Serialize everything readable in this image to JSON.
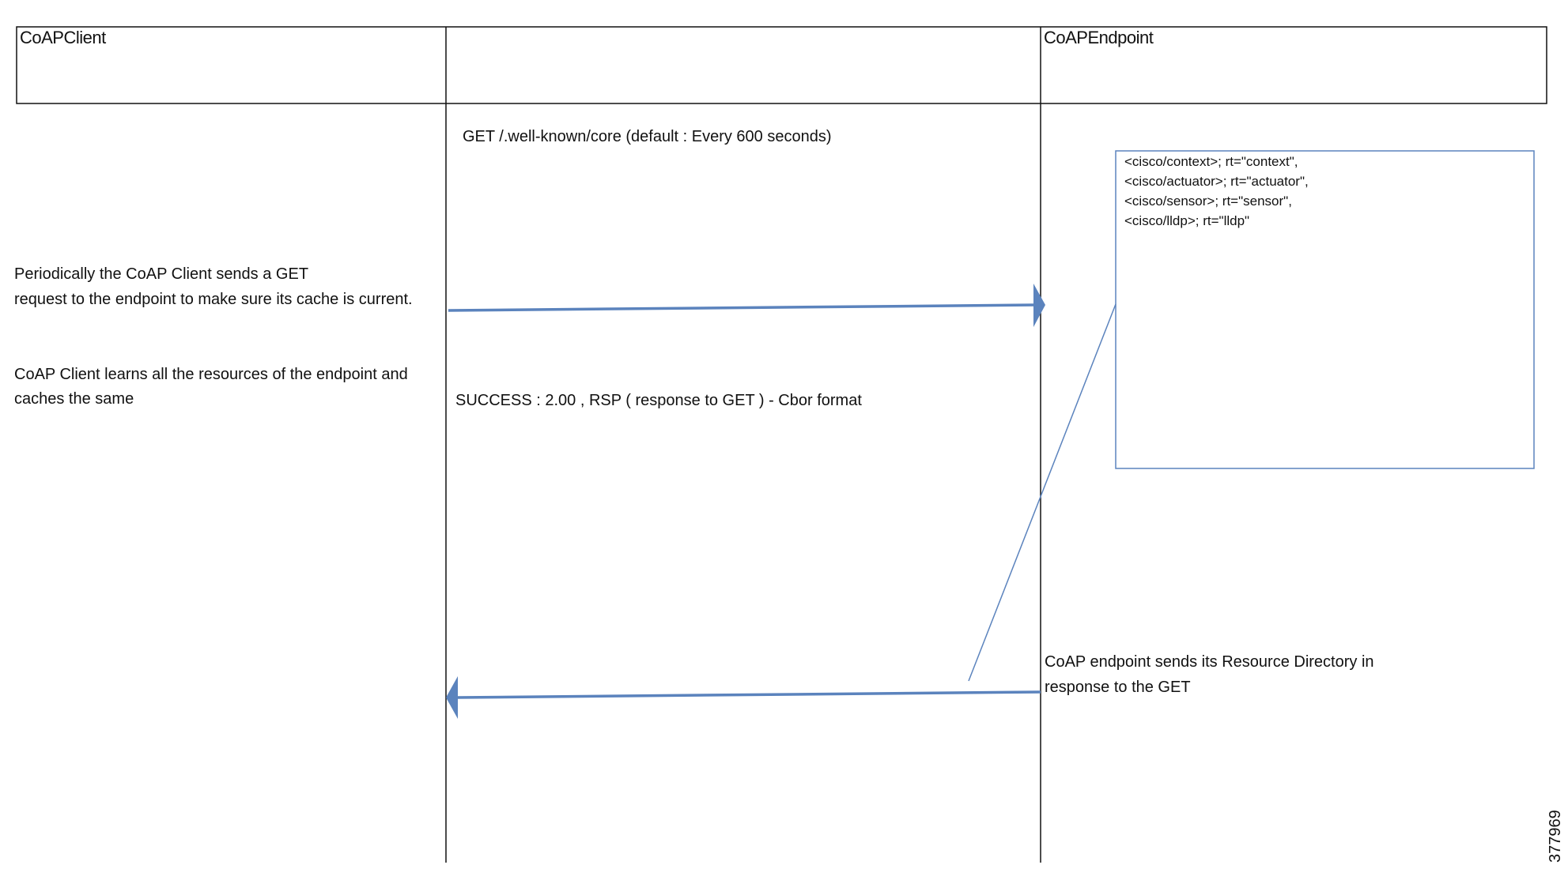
{
  "header": {
    "client": "CoAPClient",
    "endpoint": "CoAPEndpoint"
  },
  "notes": {
    "periodic": [
      "Periodically the CoAP Client  sends a GET",
      "request to the endpoint to make sure its   cache is current."
    ],
    "learn": [
      "CoAP Client  learns all the resources of  the endpoint and",
      "caches the same"
    ],
    "endpoint_sends": [
      "CoAP endpoint sends its Resource Directory in",
      "response to the GET"
    ]
  },
  "messages": {
    "get": "GET /.well-known/core (default : Every 600 seconds)",
    "success": "SUCCESS : 2.00 , RSP ( response to GET ) - Cbor format"
  },
  "resource_box": {
    "lines": [
      "<cisco/context>;  rt=\"context\",",
      "<cisco/actuator>;  rt=\"actuator\",",
      "<cisco/sensor>;  rt=\"sensor\",",
      "<cisco/lldp>;  rt=\"lldp\""
    ]
  },
  "figure_id": "377969",
  "colors": {
    "arrow": "#5b83bd",
    "box_border": "#5b83bd",
    "line": "#111111"
  }
}
